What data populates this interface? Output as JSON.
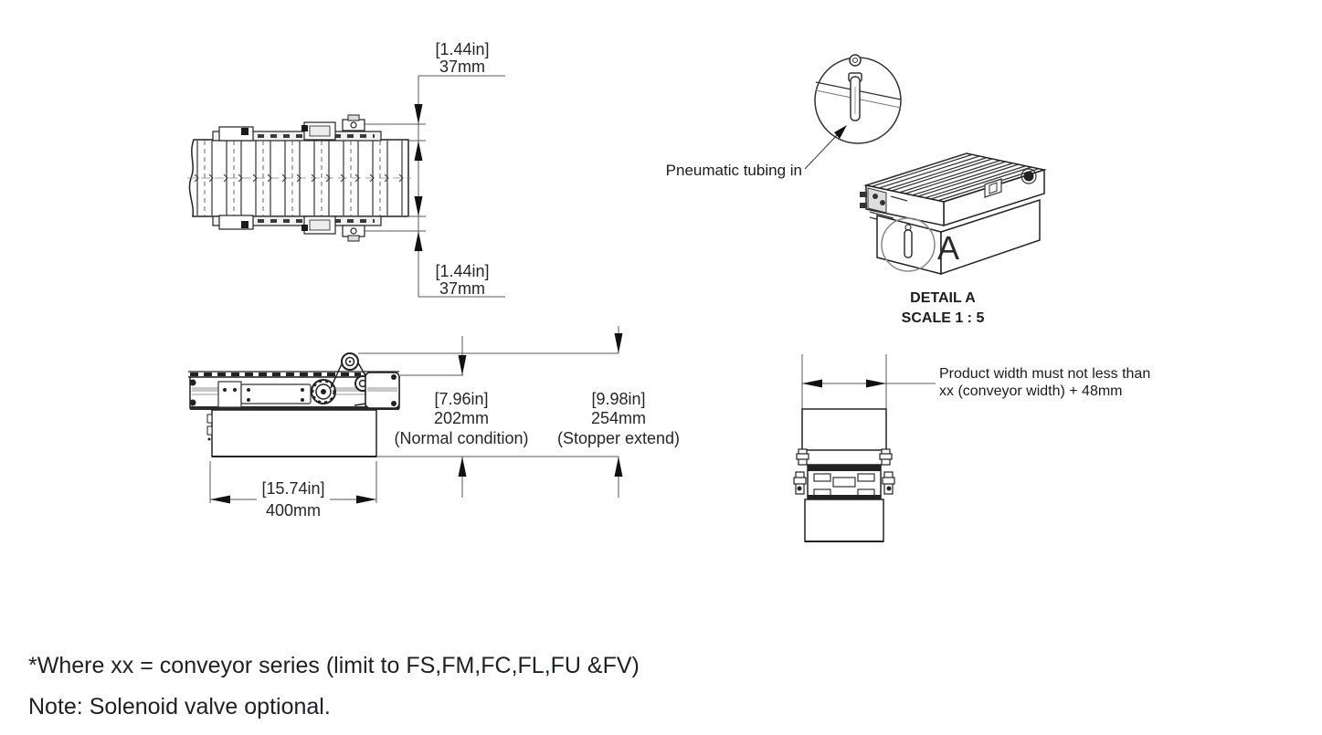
{
  "drawing": {
    "colors": {
      "line": "#222222",
      "dim_line": "#5a5a5a",
      "arrow": "#111111",
      "text": "#262626"
    },
    "top_view": {
      "dim_top": {
        "in": "[1.44in]",
        "mm": "37mm"
      },
      "dim_bottom": {
        "in": "[1.44in]",
        "mm": "37mm"
      }
    },
    "side_view": {
      "dim_normal": {
        "in": "[7.96in]",
        "mm": "202mm",
        "caption": "(Normal condition)"
      },
      "dim_extend": {
        "in": "[9.98in]",
        "mm": "254mm",
        "caption": "(Stopper extend)"
      },
      "dim_length": {
        "in": "[15.74in]",
        "mm": "400mm"
      }
    },
    "detail": {
      "callout": "Pneumatic tubing in",
      "label": "A",
      "title": "DETAIL A",
      "scale": "SCALE 1 : 5"
    },
    "end_view": {
      "note_line1": "Product width must not less than",
      "note_line2": "xx (conveyor width) + 48mm"
    }
  },
  "footnotes": {
    "line1": "*Where xx = conveyor series (limit to FS,FM,FC,FL,FU &FV)",
    "line2": "Note: Solenoid valve optional."
  }
}
